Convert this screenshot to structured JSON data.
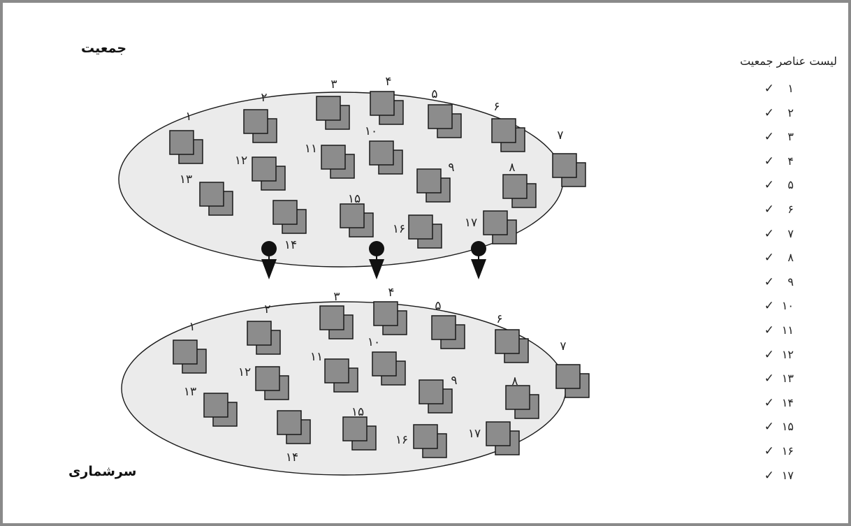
{
  "labels": {
    "population": "جمعیت",
    "census": "سرشماری"
  },
  "list": {
    "title": "لیست عناصر جمعیت",
    "check_symbol": "✓",
    "items": [
      "۱",
      "۲",
      "۳",
      "۴",
      "۵",
      "۶",
      "۷",
      "۸",
      "۹",
      "۱۰",
      "۱۱",
      "۱۲",
      "۱۳",
      "۱۴",
      "۱۵",
      "۱۶",
      "۱۷"
    ]
  },
  "element_labels": [
    "۱",
    "۲",
    "۳",
    "۴",
    "۵",
    "۶",
    "۷",
    "۸",
    "۹",
    "۱۰",
    "۱۱",
    "۱۲",
    "۱۳",
    "۱۴",
    "۱۵",
    "۱۶",
    "۱۷"
  ],
  "arrow_count": 3,
  "colors": {
    "ellipse_fill": "#ebebeb",
    "square_fill": "#8c8c8c",
    "stroke": "#1a1a1a",
    "frame": "#8a8a8a"
  }
}
